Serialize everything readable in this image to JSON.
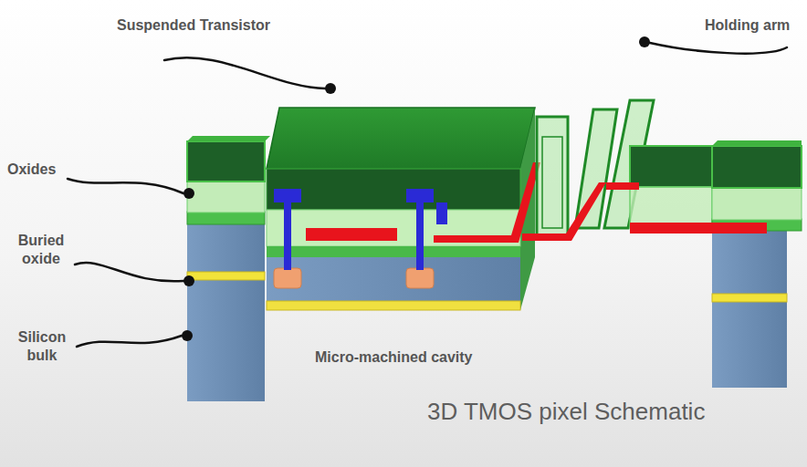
{
  "diagram": {
    "caption": "3D TMOS pixel Schematic",
    "labels": [
      "Suspended Transistor",
      "Holding arm",
      "Oxides",
      "Buried oxide",
      "Silicon bulk",
      "Micro-machined cavity"
    ]
  }
}
